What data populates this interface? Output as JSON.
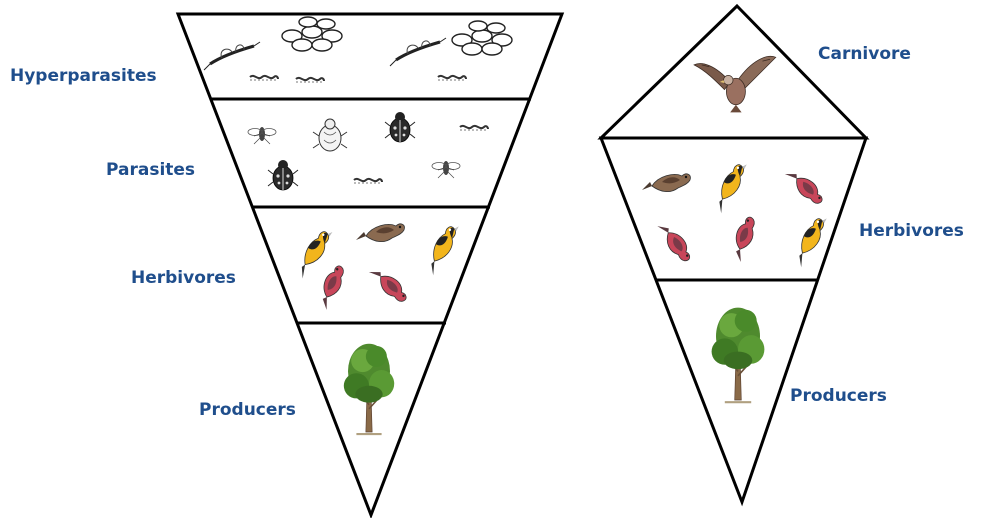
{
  "colors": {
    "label": "#1f4e8c",
    "outline": "#000000",
    "background": "#ffffff"
  },
  "left_pyramid": {
    "levels": [
      {
        "label": "Hyperparasites",
        "icons": [
          "wasp-icon",
          "cocoon-cluster-icon",
          "larva-icon"
        ]
      },
      {
        "label": "Parasites",
        "icons": [
          "fly-icon",
          "beetle-icon",
          "larva-icon"
        ]
      },
      {
        "label": "Herbivores",
        "icons": [
          "bird-icon"
        ]
      },
      {
        "label": "Producers",
        "icons": [
          "tree-icon"
        ]
      }
    ]
  },
  "right_pyramid": {
    "levels": [
      {
        "label": "Carnivore",
        "icons": [
          "hawk-icon"
        ]
      },
      {
        "label": "Herbivores",
        "icons": [
          "bird-icon"
        ]
      },
      {
        "label": "Producers",
        "icons": [
          "tree-icon"
        ]
      }
    ]
  }
}
